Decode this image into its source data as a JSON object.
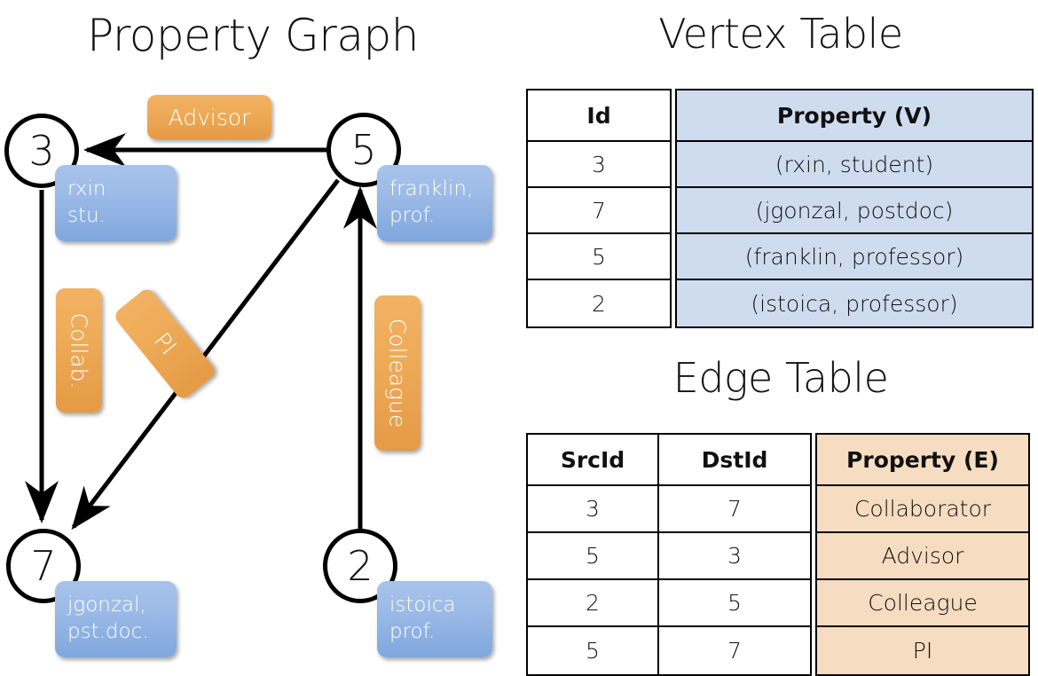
{
  "titles": {
    "property_graph": "Property Graph",
    "vertex_table": "Vertex Table",
    "edge_table": "Edge Table"
  },
  "graph": {
    "nodes": [
      {
        "id": "3",
        "name": "node-3",
        "property_lines": [
          "rxin",
          "stu."
        ]
      },
      {
        "id": "5",
        "name": "node-5",
        "property_lines": [
          "franklin,",
          "prof."
        ]
      },
      {
        "id": "7",
        "name": "node-7",
        "property_lines": [
          "jgonzal,",
          "pst.doc."
        ]
      },
      {
        "id": "2",
        "name": "node-2",
        "property_lines": [
          "istoica",
          "prof."
        ]
      }
    ],
    "node_property_labels": {
      "n3_line1": "rxin",
      "n3_line2": "stu.",
      "n5_line1": "franklin,",
      "n5_line2": "prof.",
      "n7_line1": "jgonzal,",
      "n7_line2": "pst.doc.",
      "n2_line1": "istoica",
      "n2_line2": "prof."
    },
    "edge_labels": {
      "advisor": "Advisor",
      "collab": "Collab.",
      "pi": "PI",
      "colleague": "Colleague"
    },
    "edges": [
      {
        "from": "5",
        "to": "3",
        "label": "Advisor"
      },
      {
        "from": "3",
        "to": "7",
        "label": "Collab."
      },
      {
        "from": "5",
        "to": "7",
        "label": "PI"
      },
      {
        "from": "2",
        "to": "5",
        "label": "Colleague"
      }
    ]
  },
  "vertex_table": {
    "headers": {
      "id": "Id",
      "property": "Property (V)"
    },
    "rows": [
      {
        "id": "3",
        "property": "(rxin, student)"
      },
      {
        "id": "7",
        "property": "(jgonzal, postdoc)"
      },
      {
        "id": "5",
        "property": "(franklin, professor)"
      },
      {
        "id": "2",
        "property": "(istoica, professor)"
      }
    ]
  },
  "edge_table": {
    "headers": {
      "src": "SrcId",
      "dst": "DstId",
      "property": "Property (E)"
    },
    "rows": [
      {
        "src": "3",
        "dst": "7",
        "property": "Collaborator"
      },
      {
        "src": "5",
        "dst": "3",
        "property": "Advisor"
      },
      {
        "src": "2",
        "dst": "5",
        "property": "Colleague"
      },
      {
        "src": "5",
        "dst": "7",
        "property": "PI"
      }
    ]
  },
  "colors": {
    "vertex_property_fill": "#cfdcf0",
    "edge_property_fill": "#f6dcc0",
    "node_box_blue": "#9dbce8",
    "edge_label_orange": "#eeab58",
    "stroke": "#000000"
  }
}
